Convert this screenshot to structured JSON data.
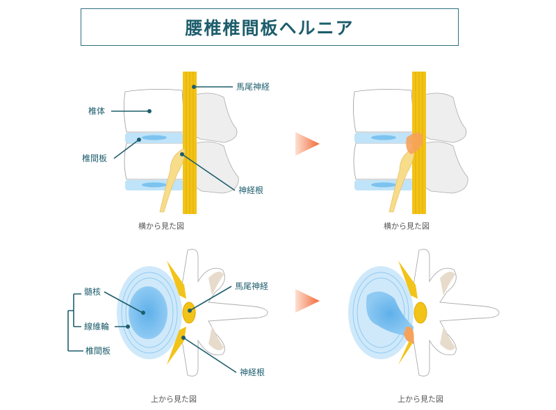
{
  "title": "腰椎椎間板ヘルニア",
  "side_view": {
    "caption": "横から見た図",
    "labels": {
      "cauda_equina": "馬尾神経",
      "vertebral_body": "椎体",
      "disc": "椎間板",
      "nerve_root": "神経根"
    }
  },
  "side_view_herniated": {
    "caption": "横から見た図"
  },
  "top_view": {
    "caption": "上から見た図",
    "labels": {
      "nucleus": "髄核",
      "annulus": "線維輪",
      "disc": "椎間板",
      "cauda_equina": "馬尾神経",
      "nerve_root": "神経根"
    }
  },
  "top_view_herniated": {
    "caption": "上から見た図"
  },
  "colors": {
    "accent": "#1d5d6c",
    "nerve": "#f2c318",
    "disc": "#bfe3f8",
    "arrow": "#f26a3a"
  }
}
